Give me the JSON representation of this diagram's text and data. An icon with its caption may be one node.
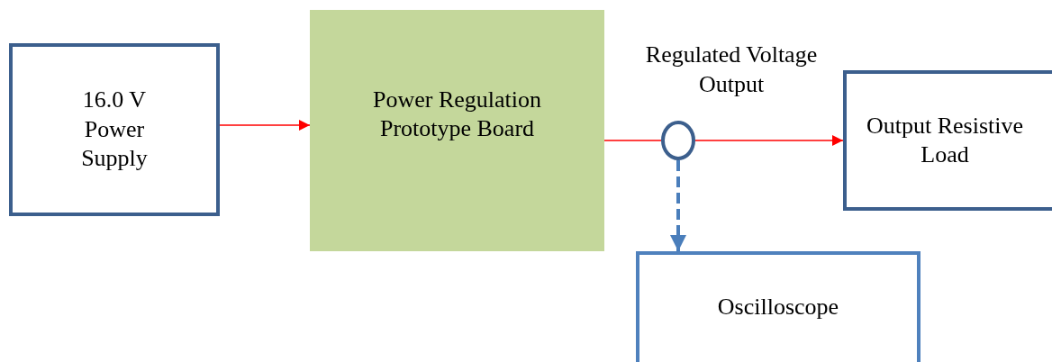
{
  "diagram": {
    "nodes": [
      {
        "text": [
          "16.0 V Power Supply"
        ]
      },
      {
        "text": [
          "Power Regulation Prototype Board"
        ]
      },
      {
        "text": [
          "Output Resistive Load"
        ]
      },
      {
        "text": [
          "Oscilloscope"
        ]
      },
      {
        "text": [],
        "shape": "circle",
        "beside": [
          "Regulated Voltage Output"
        ]
      }
    ],
    "edges": [
      {
        "from": 0,
        "to": 1,
        "arrow": "to"
      },
      {
        "from": 1,
        "to": 4,
        "arrow": "none"
      },
      {
        "from": 4,
        "to": 2,
        "arrow": "to"
      },
      {
        "from": 4,
        "to": 3,
        "arrow": "to",
        "style": "dashed",
        "color": "#4a7ebb"
      }
    ]
  }
}
